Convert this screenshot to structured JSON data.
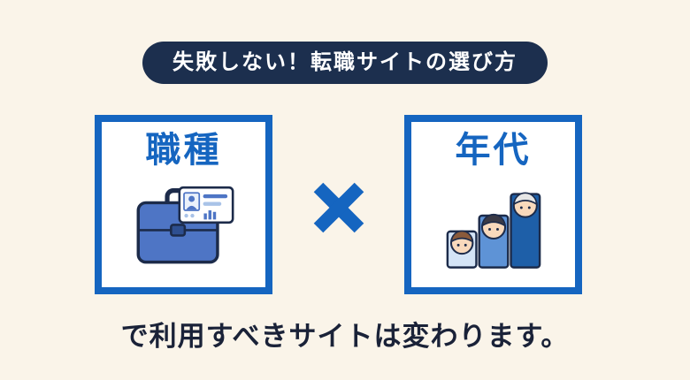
{
  "header": {
    "badge": "失敗しない！転職サイトの選び方"
  },
  "cards": {
    "left": {
      "label": "職種",
      "icon": "briefcase-idcard-icon"
    },
    "right": {
      "label": "年代",
      "icon": "age-groups-icon"
    }
  },
  "operator": "×",
  "footer": {
    "text": "で利用すべきサイトは変わります。"
  },
  "colors": {
    "background": "#FAF4E9",
    "badge_bg": "#1C2F4E",
    "badge_text": "#FFFFFF",
    "accent_blue": "#1565C0",
    "illustration_blue": "#4E75C5",
    "bar_light": "#D4E4F6",
    "bar_medium": "#5E93D6",
    "bar_dark": "#1E5FA8",
    "outline_dark": "#1C2B4A",
    "footer_text": "#1A2238"
  }
}
